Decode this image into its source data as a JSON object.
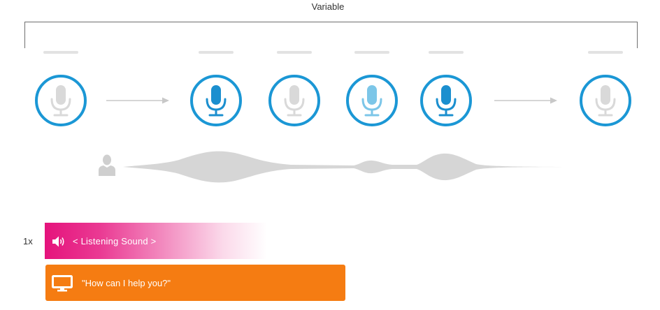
{
  "header": {
    "span_label": "Variable"
  },
  "timeline": {
    "mics": [
      {
        "state": "inactive",
        "color": "#d9d9d9"
      },
      {
        "state": "active",
        "color": "#1b8fcf"
      },
      {
        "state": "inactive",
        "color": "#d9d9d9"
      },
      {
        "state": "partial",
        "color": "#7cc6e8"
      },
      {
        "state": "active",
        "color": "#1b8fcf"
      },
      {
        "state": "inactive",
        "color": "#d9d9d9"
      }
    ],
    "ring_color": "#1b97d5"
  },
  "audio_track": {
    "icon": "user-icon",
    "waveform_color": "#d6d6d6"
  },
  "actions": {
    "repeat_label": "1x",
    "listening": {
      "icon": "speaker-icon",
      "text": "< Listening Sound >",
      "color": "#e5137c"
    },
    "prompt": {
      "icon": "screen-icon",
      "text": "\"How can I help you?\"",
      "color": "#f57c12"
    }
  }
}
